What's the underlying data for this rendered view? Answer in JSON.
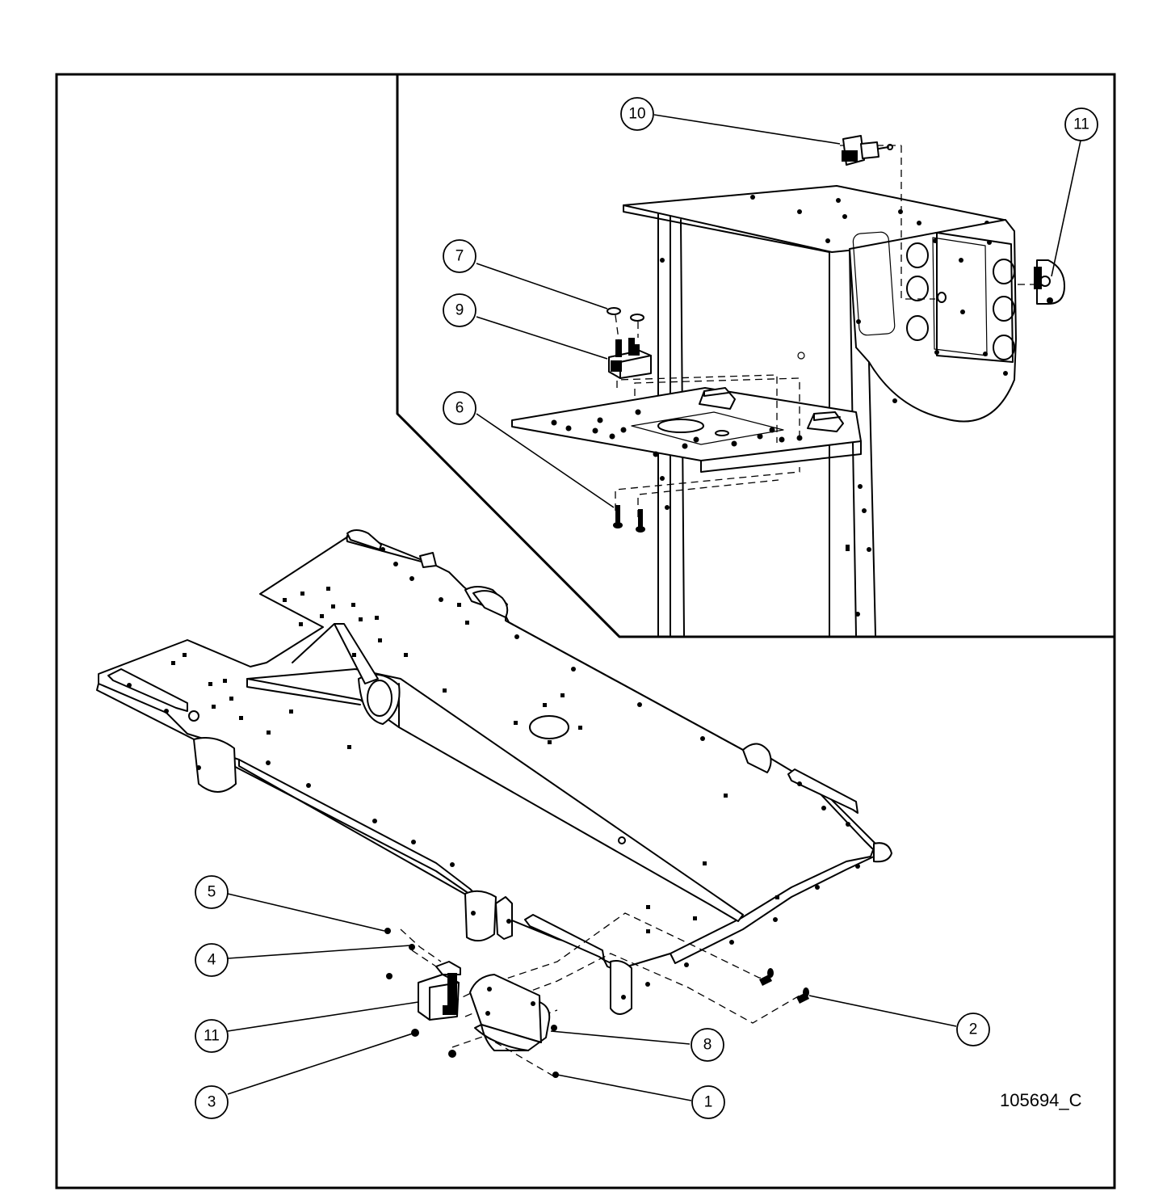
{
  "drawing_number": "105694_C",
  "callouts": {
    "c1": "1",
    "c2": "2",
    "c3": "3",
    "c4": "4",
    "c5": "5",
    "c6": "6",
    "c7": "7",
    "c8": "8",
    "c9": "9",
    "c10": "10",
    "c11a": "11",
    "c11b": "11"
  }
}
